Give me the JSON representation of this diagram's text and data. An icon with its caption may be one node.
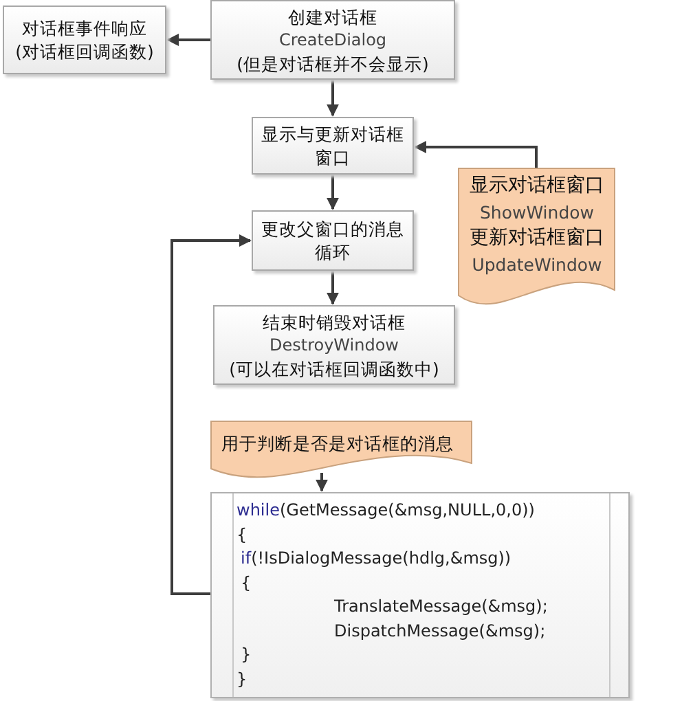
{
  "diagram": {
    "nodes": [
      {
        "text": [
          "创建对话框",
          "CreateDialog",
          "(但是对话框并不会显示)"
        ]
      },
      {
        "text": [
          "对话框事件响应(对话框回调函数)"
        ]
      },
      {
        "text": [
          "显示与更新对话框窗口"
        ]
      },
      {
        "text": [
          "显示对话框窗口",
          "ShowWindow",
          "更新对话框窗口",
          "UpdateWindow"
        ]
      },
      {
        "text": [
          "更改父窗口的消息循环"
        ]
      },
      {
        "text": [
          "结束时销毁对话框",
          "DestroyWindow",
          "(可以在对话框回调函数中)"
        ]
      },
      {
        "text": [
          "用于判断是否是对话框的消息"
        ]
      },
      {
        "text": [
          "while(GetMessage(&msg,NULL,0,0))",
          "{",
          "if(!IsDialogMessage(hdlg,&msg))",
          "{",
          "TranslateMessage(&msg);",
          "DispatchMessage(&msg);",
          "}",
          "}"
        ]
      }
    ],
    "edges": [
      {
        "from": 0,
        "to": 1,
        "arrow": "to"
      },
      {
        "from": 0,
        "to": 2,
        "arrow": "to"
      },
      {
        "from": 3,
        "to": 2,
        "arrow": "to"
      },
      {
        "from": 2,
        "to": 4,
        "arrow": "to"
      },
      {
        "from": 4,
        "to": 5,
        "arrow": "to"
      },
      {
        "from": 7,
        "to": 4,
        "arrow": "to"
      },
      {
        "from": 6,
        "to": 7,
        "arrow": "to"
      }
    ]
  }
}
